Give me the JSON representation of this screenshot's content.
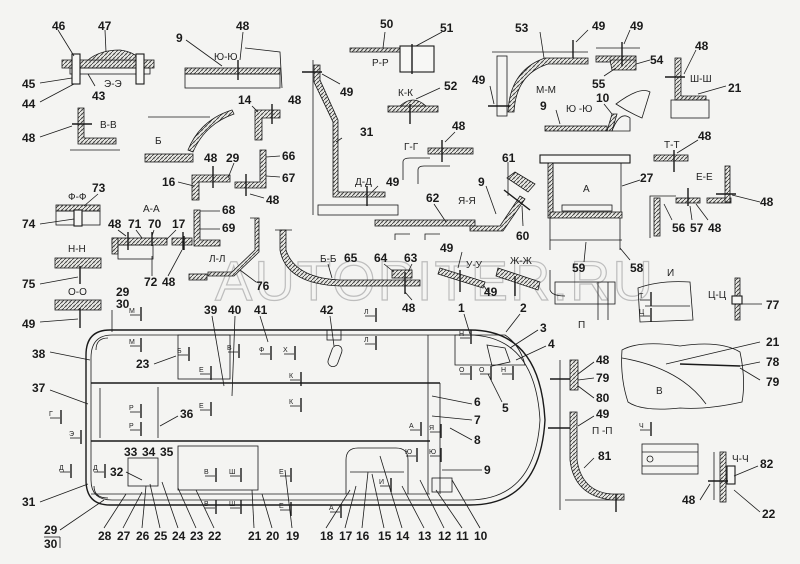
{
  "watermark": "AUTOPITER.RU",
  "sections": [
    {
      "id": "ee",
      "label": "Э-Э",
      "parts": [
        "46",
        "47",
        "45",
        "44",
        "43"
      ]
    },
    {
      "id": "vv",
      "label": "В-В",
      "parts": [
        "48"
      ]
    },
    {
      "id": "yuyu1",
      "label": "Ю-Ю",
      "parts": [
        "9",
        "48"
      ]
    },
    {
      "id": "b",
      "label": "Б",
      "parts": []
    },
    {
      "id": "rr",
      "label": "Р-Р",
      "parts": [
        "50",
        "51"
      ]
    },
    {
      "id": "kk",
      "label": "К-К",
      "parts": [
        "52"
      ]
    },
    {
      "id": "gg",
      "label": "Г-Г",
      "parts": [
        "48"
      ]
    },
    {
      "id": "dd",
      "label": "Д-Д",
      "parts": [
        "31",
        "49"
      ]
    },
    {
      "id": "mm",
      "label": "М-М",
      "parts": [
        "53",
        "49",
        "49",
        "54",
        "55"
      ]
    },
    {
      "id": "yuyu2",
      "label": "Ю -Ю",
      "parts": [
        "9",
        "10"
      ]
    },
    {
      "id": "shsh",
      "label": "Ш-Ш",
      "parts": [
        "48",
        "21"
      ]
    },
    {
      "id": "tt",
      "label": "Т-Т",
      "parts": [
        "48"
      ]
    },
    {
      "id": "eE",
      "label": "Е-Е",
      "parts": [
        "48",
        "56",
        "57",
        "48"
      ]
    },
    {
      "id": "a_view",
      "label": "А",
      "parts": [
        "27",
        "59",
        "58"
      ]
    },
    {
      "id": "ff",
      "label": "Ф-Ф",
      "parts": [
        "73",
        "74"
      ]
    },
    {
      "id": "aa",
      "label": "А-А",
      "parts": [
        "48",
        "71",
        "70",
        "17",
        "72",
        "48"
      ]
    },
    {
      "id": "nn",
      "label": "Н-Н",
      "parts": [
        "75"
      ]
    },
    {
      "id": "oo",
      "label": "О-О",
      "parts": [
        "49"
      ]
    },
    {
      "id": "ll",
      "label": "Л-Л",
      "parts": [
        "68",
        "69",
        "76"
      ]
    },
    {
      "id": "bb",
      "label": "Б-Б",
      "parts": [
        "65",
        "64",
        "63",
        "48"
      ]
    },
    {
      "id": "yaya",
      "label": "Я-Я",
      "parts": [
        "62",
        "9",
        "61",
        "60"
      ]
    },
    {
      "id": "uu",
      "label": "У-У",
      "parts": [
        "49",
        "49"
      ]
    },
    {
      "id": "zhzh",
      "label": "Ж-Ж",
      "parts": []
    },
    {
      "id": "p_view",
      "label": "П",
      "parts": []
    },
    {
      "id": "i_view",
      "label": "И",
      "parts": []
    },
    {
      "id": "tsts",
      "label": "Ц-Ц",
      "parts": [
        "77"
      ]
    },
    {
      "id": "v_view",
      "label": "В",
      "parts": [
        "21",
        "78",
        "79"
      ]
    },
    {
      "id": "pp",
      "label": "П -П",
      "parts": [
        "48",
        "79",
        "80",
        "49",
        "81"
      ]
    },
    {
      "id": "chch",
      "label": "Ч-Ч",
      "parts": [
        "82",
        "48",
        "22"
      ]
    }
  ],
  "labels": {
    "n46": "46",
    "n47": "47",
    "n45": "45",
    "n44": "44",
    "n43": "43",
    "s_ee": "Э-Э",
    "n48a": "48",
    "s_vv": "В-В",
    "n9a": "9",
    "n48b": "48",
    "s_yuyu": "Ю-Ю",
    "n14": "14",
    "n48c": "48",
    "s_b": "Б",
    "n16": "16",
    "n48d": "48",
    "n29a": "29",
    "n66": "66",
    "n67": "67",
    "n48e": "48",
    "n50": "50",
    "n51": "51",
    "s_rr": "Р-Р",
    "n49a": "49",
    "n31a": "31",
    "s_dd": "Д-Д",
    "n49b": "49",
    "n52": "52",
    "s_kk": "К-К",
    "n48f": "48",
    "s_gg": "Г-Г",
    "n53": "53",
    "n49c": "49",
    "n49d": "49",
    "n49e": "49",
    "n54": "54",
    "n55": "55",
    "s_mm": "М-М",
    "n9b": "9",
    "s_yuyu2": "Ю -Ю",
    "n10a": "10",
    "n48g": "48",
    "s_shsh": "Ш-Ш",
    "n21a": "21",
    "n48h": "48",
    "s_tt": "Т-Т",
    "s_eE": "Е-Е",
    "n48i": "48",
    "n56": "56",
    "n57": "57",
    "n48j": "48",
    "s_a": "А",
    "n27": "27",
    "n59": "59",
    "n58": "58",
    "n73": "73",
    "s_ff": "Ф-Ф",
    "n74": "74",
    "s_aa": "А-А",
    "n48k": "48",
    "n71": "71",
    "n70": "70",
    "n17a": "17",
    "n72": "72",
    "n48l": "48",
    "s_nn": "Н-Н",
    "n75": "75",
    "s_oo": "О-О",
    "n49f": "49",
    "n68": "68",
    "n69": "69",
    "s_ll": "Л-Л",
    "n76": "76",
    "s_bb": "Б-Б",
    "n65": "65",
    "n64": "64",
    "n63": "63",
    "n48m": "48",
    "n62": "62",
    "n9c": "9",
    "s_yaya": "Я-Я",
    "n61": "61",
    "n60": "60",
    "n49g": "49",
    "s_uu": "У-У",
    "n49h": "49",
    "s_zhzh": "Ж-Ж",
    "s_p": "П",
    "s_i": "И",
    "s_tsts": "Ц-Ц",
    "n77": "77",
    "n21b": "21",
    "n78": "78",
    "n79a": "79",
    "s_v": "В",
    "n48n": "48",
    "n79b": "79",
    "n80": "80",
    "n49i": "49",
    "s_pp": "П -П",
    "n81": "81",
    "s_chch": "Ч-Ч",
    "n82": "82",
    "n48o": "48",
    "n22a": "22",
    "n29b": "29",
    "n30a": "30",
    "n38": "38",
    "n23a": "23",
    "n37": "37",
    "n36": "36",
    "n39": "39",
    "n40": "40",
    "n41": "41",
    "n42": "42",
    "n1": "1",
    "n2": "2",
    "n3": "3",
    "n4": "4",
    "n5": "5",
    "n6": "6",
    "n7": "7",
    "n8": "8",
    "n9d": "9",
    "n31b": "31",
    "n32": "32",
    "n33": "33",
    "n34": "34",
    "n35": "35",
    "n29c": "29",
    "n30b": "30",
    "n28": "28",
    "n27b": "27",
    "n26": "26",
    "n25": "25",
    "n24": "24",
    "n23b": "23",
    "n22b": "22",
    "n21c": "21",
    "n20": "20",
    "n19": "19",
    "n18": "18",
    "n17b": "17",
    "n16b": "16",
    "n15": "15",
    "n14b": "14",
    "n13": "13",
    "n12": "12",
    "n11": "11",
    "n10b": "10"
  },
  "plan_markers": {
    "m": "М",
    "b": "Б",
    "v": "В",
    "e": "Е",
    "f": "Ф",
    "x": "Х",
    "u": "У",
    "k": "К",
    "l": "Л",
    "n": "Н",
    "d": "Д",
    "o": "О",
    "t": "Т",
    "s": "С",
    "p": "Р",
    "g": "Г",
    "z": "Э",
    "a": "А",
    "ya": "Я",
    "yu": "Ю",
    "sh": "Ш",
    "i": "И",
    "ch": "Ч",
    "ts": "Ц"
  },
  "bottom_callouts": [
    "28",
    "27",
    "26",
    "25",
    "24",
    "23",
    "22",
    "21",
    "20",
    "19",
    "18",
    "17",
    "16",
    "15",
    "14",
    "13",
    "12",
    "11",
    "10"
  ]
}
